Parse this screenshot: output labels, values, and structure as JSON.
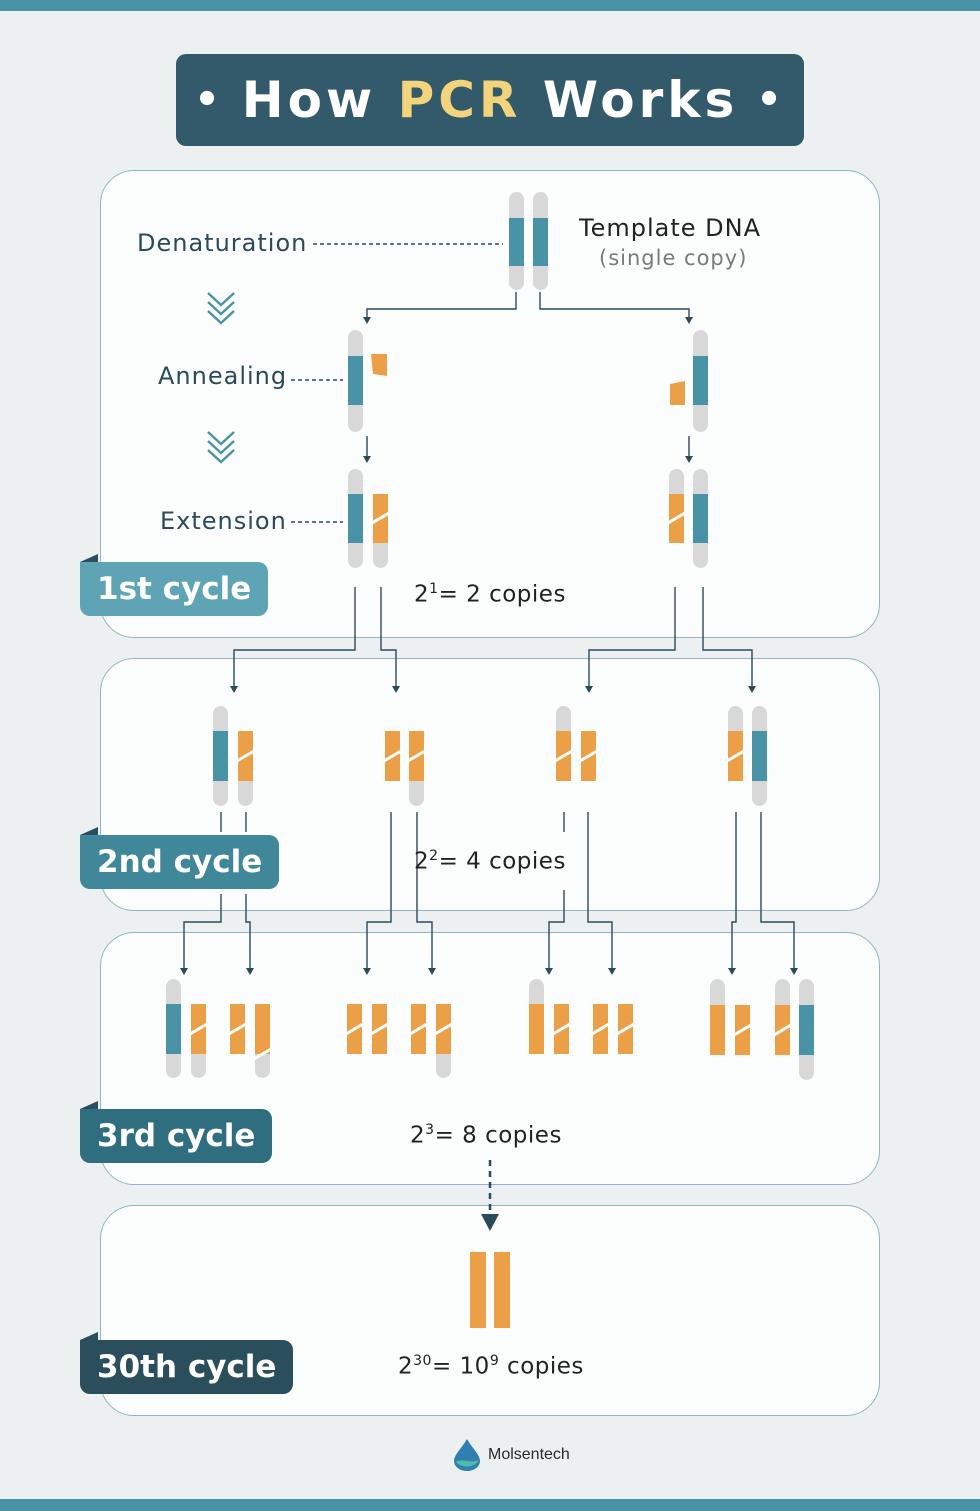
{
  "title": {
    "pre": "How",
    "highlight": "PCR",
    "post": "Works",
    "bullet": "•"
  },
  "steps": {
    "denaturation": "Denaturation",
    "annealing": "Annealing",
    "extension": "Extension"
  },
  "template": {
    "title": "Template DNA",
    "subtitle": "(single copy)"
  },
  "cycles": [
    {
      "label": "1st cycle",
      "base": "2",
      "exp": "1",
      "rest": "= 2 copies"
    },
    {
      "label": "2nd cycle",
      "base": "2",
      "exp": "2",
      "rest": "= 4 copies"
    },
    {
      "label": "3rd cycle",
      "base": "2",
      "exp": "3",
      "rest": "= 8 copies"
    },
    {
      "label": "30th cycle",
      "base": "2",
      "exp": "30",
      "rest_pre": "= 10",
      "rest_exp": "9",
      "rest": " copies"
    }
  ],
  "brand": {
    "name": "Molsentech"
  },
  "colors": {
    "template": "#4a92a6",
    "new_strand": "#eba048",
    "primer": "#eba048",
    "strand_bg": "#d8d8d8",
    "label_dark": "#2f5665",
    "label_mid": "#3f8799",
    "label_light": "#5fa4b5",
    "panel_border": "#8fb6c2"
  }
}
